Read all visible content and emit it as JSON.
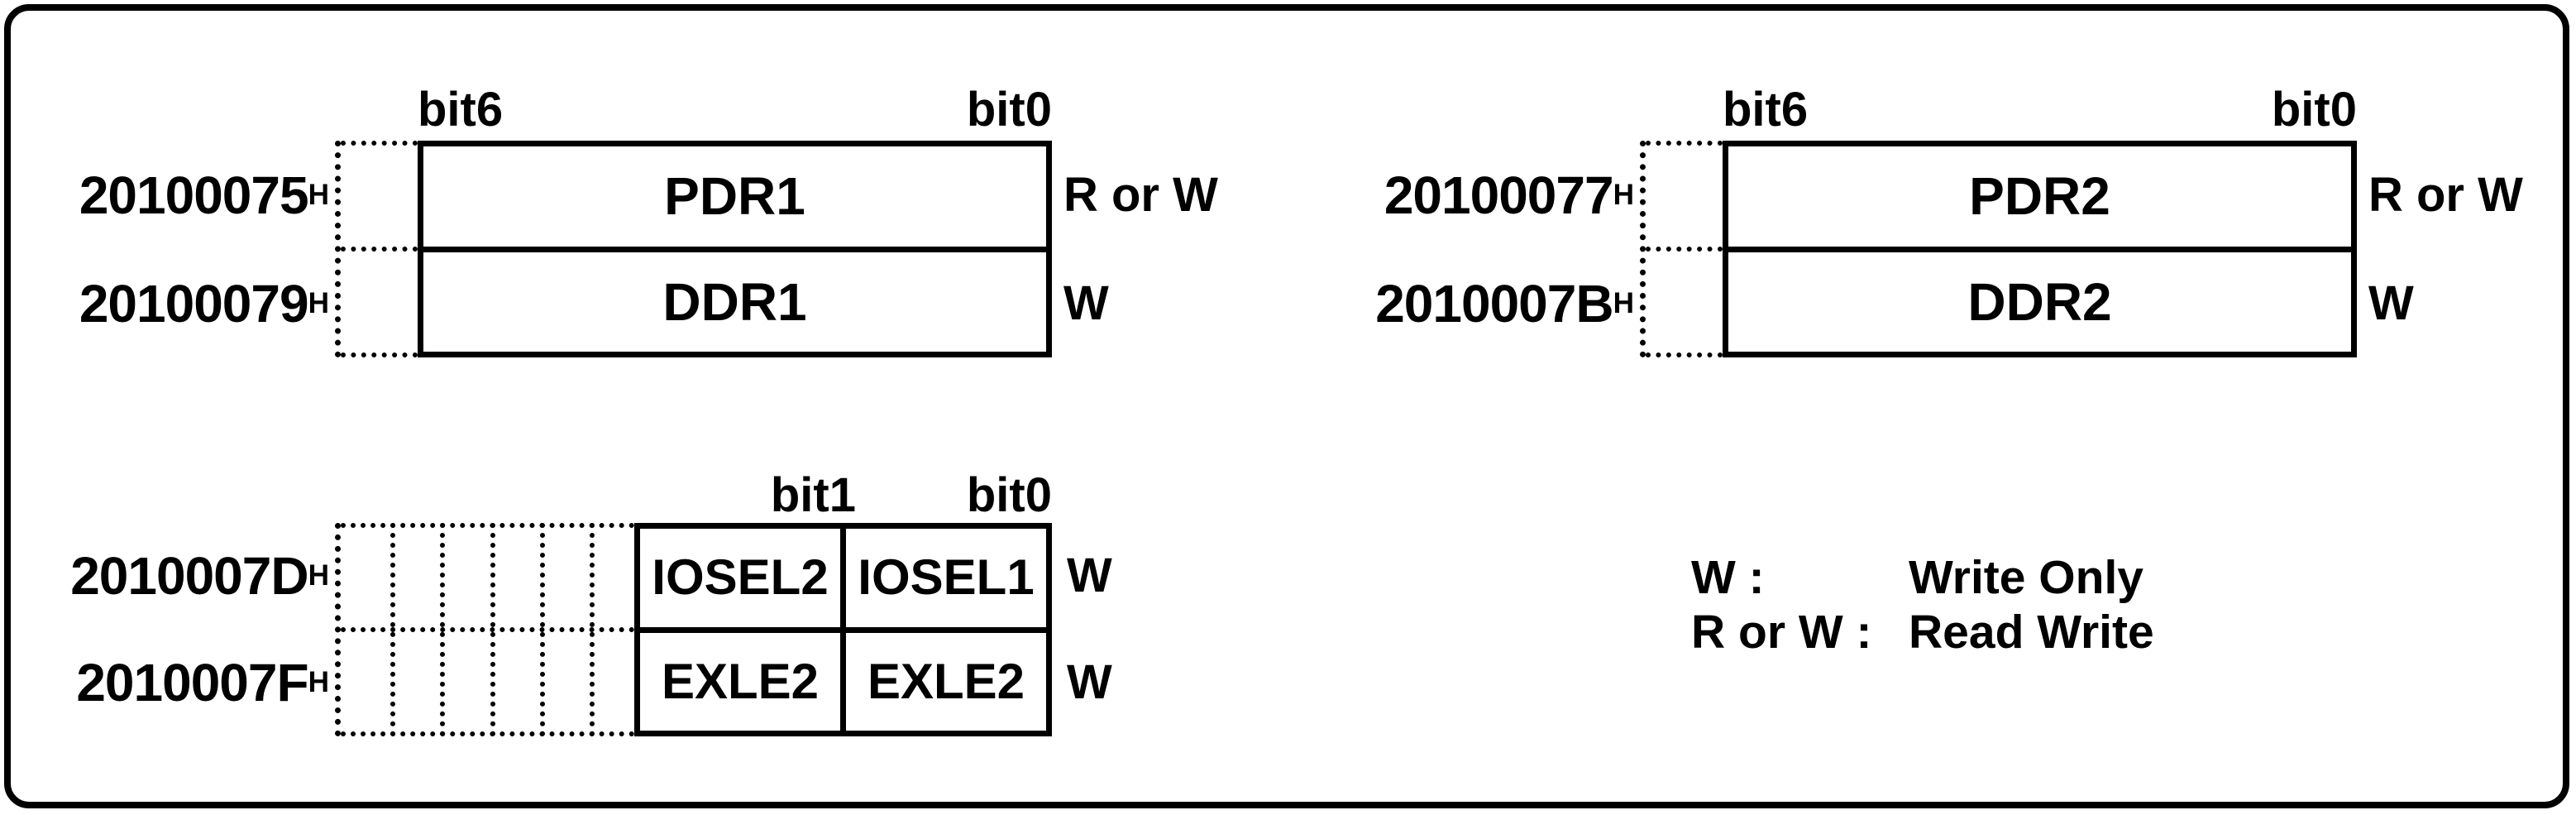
{
  "figure": {
    "colors": {
      "ink": "#000000",
      "paper": "#ffffff"
    },
    "groups": [
      {
        "bit_left": "bit6",
        "bit_right": "bit0",
        "rows": [
          {
            "address": "20100075",
            "suffix": "H",
            "name": "PDR1",
            "access": "R or W"
          },
          {
            "address": "20100079",
            "suffix": "H",
            "name": "DDR1",
            "access": "W"
          }
        ]
      },
      {
        "bit_left": "bit6",
        "bit_right": "bit0",
        "rows": [
          {
            "address": "20100077",
            "suffix": "H",
            "name": "PDR2",
            "access": "R or W"
          },
          {
            "address": "2010007B",
            "suffix": "H",
            "name": "DDR2",
            "access": "W"
          }
        ]
      },
      {
        "bit_left": "bit1",
        "bit_right": "bit0",
        "rows": [
          {
            "address": "2010007D",
            "suffix": "H",
            "cells": [
              "IOSEL2",
              "IOSEL1"
            ],
            "access": "W"
          },
          {
            "address": "2010007F",
            "suffix": "H",
            "cells": [
              "EXLE2",
              "EXLE2"
            ],
            "access": "W"
          }
        ]
      }
    ],
    "legend": {
      "rows": [
        {
          "label": "W :",
          "value": "Write Only"
        },
        {
          "label": "R or W :",
          "value": "Read Write"
        }
      ]
    }
  }
}
